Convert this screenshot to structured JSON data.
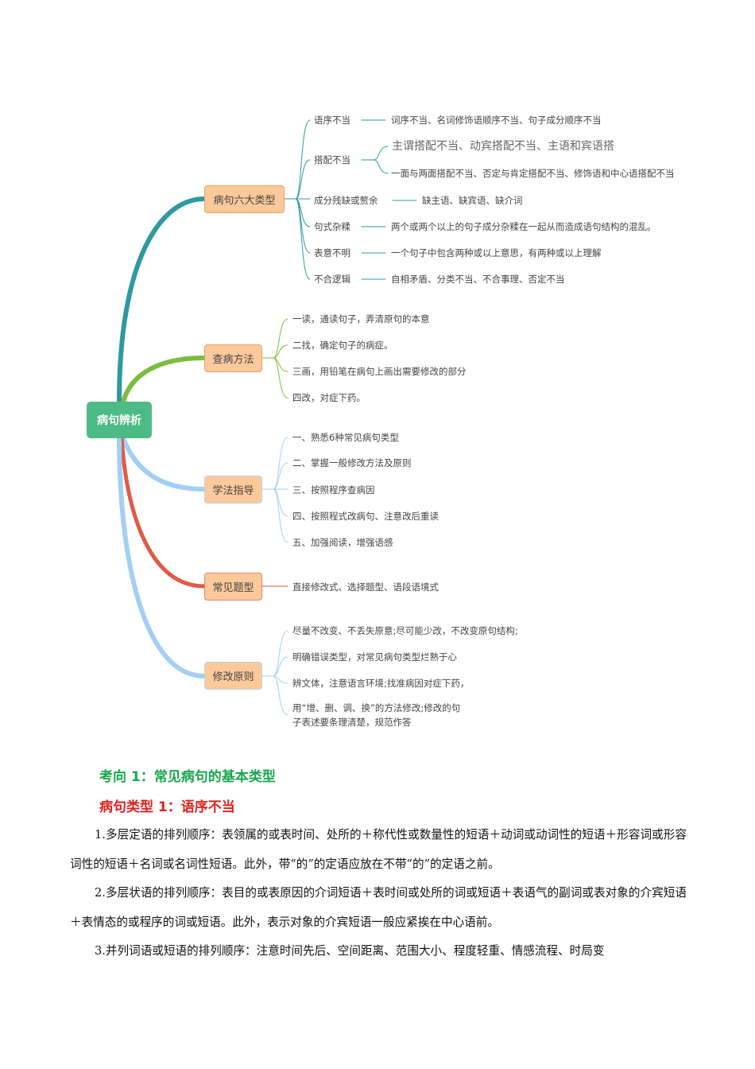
{
  "mindmap": {
    "root": "病句辨析",
    "types": {
      "label": "病句六大类型",
      "items": [
        {
          "name": "语序不当",
          "detail": "词序不当、名词修饰语顺序不当、句子成分顺序不当"
        },
        {
          "name": "搭配不当",
          "detail": "主谓搭配不当、动宾搭配不当、主语和宾语搭",
          "detail2": "一面与两面搭配不当、否定与肯定搭配不当、修饰语和中心语搭配不当"
        },
        {
          "name": "成分残缺或赘余",
          "detail": "缺主语、缺宾语、缺介词"
        },
        {
          "name": "句式杂糅",
          "detail": "两个或两个以上的句子成分杂糅在一起从而造成语句结构的混乱。"
        },
        {
          "name": "表意不明",
          "detail": "一个句子中包含两种或以上意思，有两种或以上理解"
        },
        {
          "name": "不合逻辑",
          "detail": "自相矛盾、分类不当、不合事理、否定不当"
        }
      ]
    },
    "check": {
      "label": "查病方法",
      "items": [
        "一读，通读句子，弄清原句的本意",
        "二找，确定句子的病症。",
        "三画，用铅笔在病句上画出需要修改的部分",
        "四改，对症下药。"
      ]
    },
    "study": {
      "label": "学法指导",
      "items": [
        "一、熟悉6种常见病句类型",
        "二、掌握一般修改方法及原则",
        "三、按照程序查病因",
        "四、按照程式改病句、注意改后重读",
        "五、加强阅读，增强语感"
      ]
    },
    "common": {
      "label": "常见题型",
      "items": [
        "直接修改式、选择题型、语段语境式"
      ]
    },
    "principle": {
      "label": "修改原则",
      "items": [
        "尽量不改变、不丢失原意;尽可能少改，不改变原句结构;",
        "明确错误类型，对常见病句类型烂熟于心",
        "辨文体，注意语言环境;找准病因对症下药，",
        "用“增、删、调、换”的方法修改;修改的句",
        "子表述要条理清楚，规范作答"
      ]
    }
  },
  "article": {
    "heading": "考向 1：常见病句的基本类型",
    "subheading": "病句类型 1：语序不当",
    "paragraphs": [
      "1.多层定语的排列顺序：表领属的或表时间、处所的＋称代性或数量性的短语＋动词或动词性的短语＋形容词或形容词性的短语＋名词或名词性短语。此外，带“的”的定语应放在不带“的”的定语之前。",
      "2.多层状语的排列顺序：表目的或表原因的介词短语＋表时间或处所的词或短语＋表语气的副词或表对象的介宾短语＋表情态的或程序的词或短语。此外，表示对象的介宾短语一般应紧挨在中心语前。",
      "3.并列词语或短语的排列顺序：注意时间先后、空间距离、范围大小、程度轻重、情感流程、时局变"
    ]
  },
  "colors": {
    "root": "#4dbb85",
    "node": "#fbc99a",
    "teal": "#2e9aa0",
    "green": "#7cbd3f",
    "blue": "#a3cff5",
    "red": "#e05a48",
    "heading": "#18a84b",
    "subheading": "#e0211d"
  }
}
